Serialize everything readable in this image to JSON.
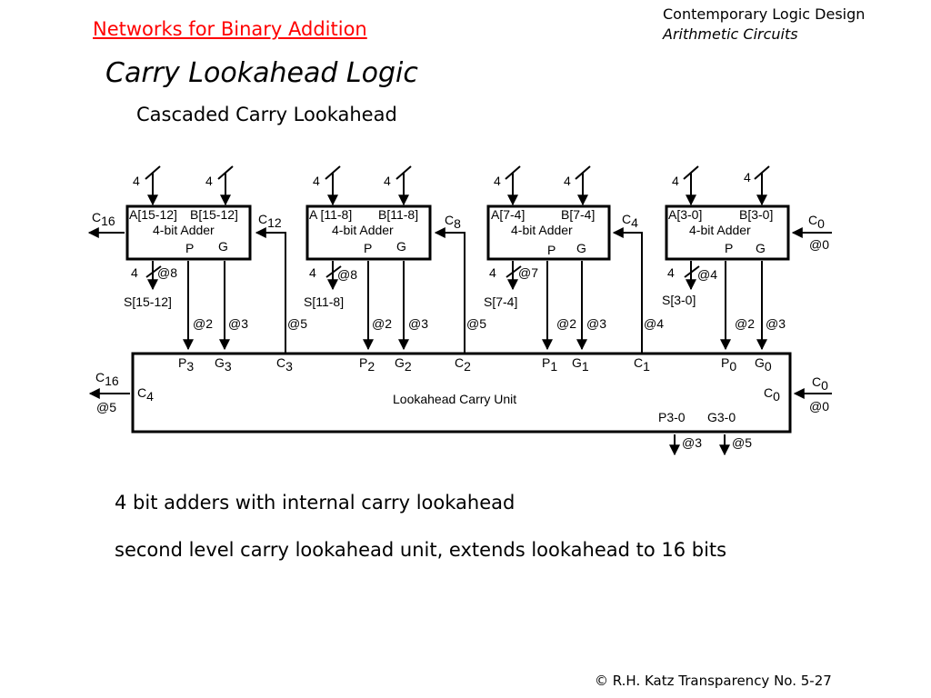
{
  "header": {
    "section_link": "Networks for Binary Addition",
    "course": "Contemporary Logic Design",
    "chapter": "Arithmetic Circuits"
  },
  "title": "Carry Lookahead Logic",
  "subtitle": "Cascaded Carry Lookahead",
  "diagram": {
    "adders": [
      {
        "a": "A[15-12]",
        "b": "B[15-12]",
        "name": "4-bit  Adder",
        "p": "P",
        "g": "G",
        "in_a_width": "4",
        "in_b_width": "4",
        "sum_width": "4",
        "sum_delay": "@8",
        "sum": "S[15-12]",
        "p_delay": "@2",
        "g_delay": "@3",
        "cin_delay": "@5"
      },
      {
        "a": "A [11-8]",
        "b": "B[11-8]",
        "name": "4-bit  Adder",
        "p": "P",
        "g": "G",
        "in_a_width": "4",
        "in_b_width": "4",
        "sum_width": "4",
        "sum_delay": "@8",
        "sum": "S[11-8]",
        "p_delay": "@2",
        "g_delay": "@3",
        "cin_delay": "@5"
      },
      {
        "a": "A[7-4]",
        "b": "B[7-4]",
        "name": "4-bit  Adder",
        "p": "P",
        "g": "G",
        "in_a_width": "4",
        "in_b_width": "4",
        "sum_width": "4",
        "sum_delay": "@7",
        "sum": "S[7-4]",
        "p_delay": "@2",
        "g_delay": "@3",
        "cin_delay": "@4"
      },
      {
        "a": "A[3-0]",
        "b": "B[3-0]",
        "name": "4-bit  Adder",
        "p": "P",
        "g": "G",
        "in_a_width": "4",
        "in_b_width": "4",
        "sum_width": "4",
        "sum_delay": "@4",
        "sum": "S[3-0]",
        "p_delay": "@2",
        "g_delay": "@3"
      }
    ],
    "carries": {
      "c16": {
        "base": "C",
        "sub": "16"
      },
      "c12": {
        "base": "C",
        "sub": "12"
      },
      "c8": {
        "base": "C",
        "sub": "8"
      },
      "c4": {
        "base": "C",
        "sub": "4"
      },
      "c0": {
        "base": "C",
        "sub": "0"
      },
      "c0_delay": "@0"
    },
    "lcu": {
      "name": "Lookahead Carry  Unit",
      "ports": [
        {
          "base": "P",
          "sub": "3"
        },
        {
          "base": "G",
          "sub": "3"
        },
        {
          "base": "C",
          "sub": "3"
        },
        {
          "base": "P",
          "sub": "2"
        },
        {
          "base": "G",
          "sub": "2"
        },
        {
          "base": "C",
          "sub": "2"
        },
        {
          "base": "P",
          "sub": "1"
        },
        {
          "base": "G",
          "sub": "1"
        },
        {
          "base": "C",
          "sub": "1"
        },
        {
          "base": "P",
          "sub": "0"
        },
        {
          "base": "G",
          "sub": "0"
        }
      ],
      "c16_out": {
        "base": "C",
        "sub": "16"
      },
      "c16_delay": "@5",
      "c4_port": {
        "base": "C",
        "sub": "4"
      },
      "c0_port": {
        "base": "C",
        "sub": "0"
      },
      "c0_in": {
        "base": "C",
        "sub": "0"
      },
      "c0_in_delay": "@0",
      "p_out": "P3-0",
      "g_out": "G3-0",
      "p_out_delay": "@3",
      "g_out_delay": "@5"
    }
  },
  "bullets": [
    "4 bit adders with internal carry lookahead",
    "second level carry lookahead unit, extends lookahead to 16 bits"
  ],
  "footer": "© R.H. Katz   Transparency No. 5-27"
}
